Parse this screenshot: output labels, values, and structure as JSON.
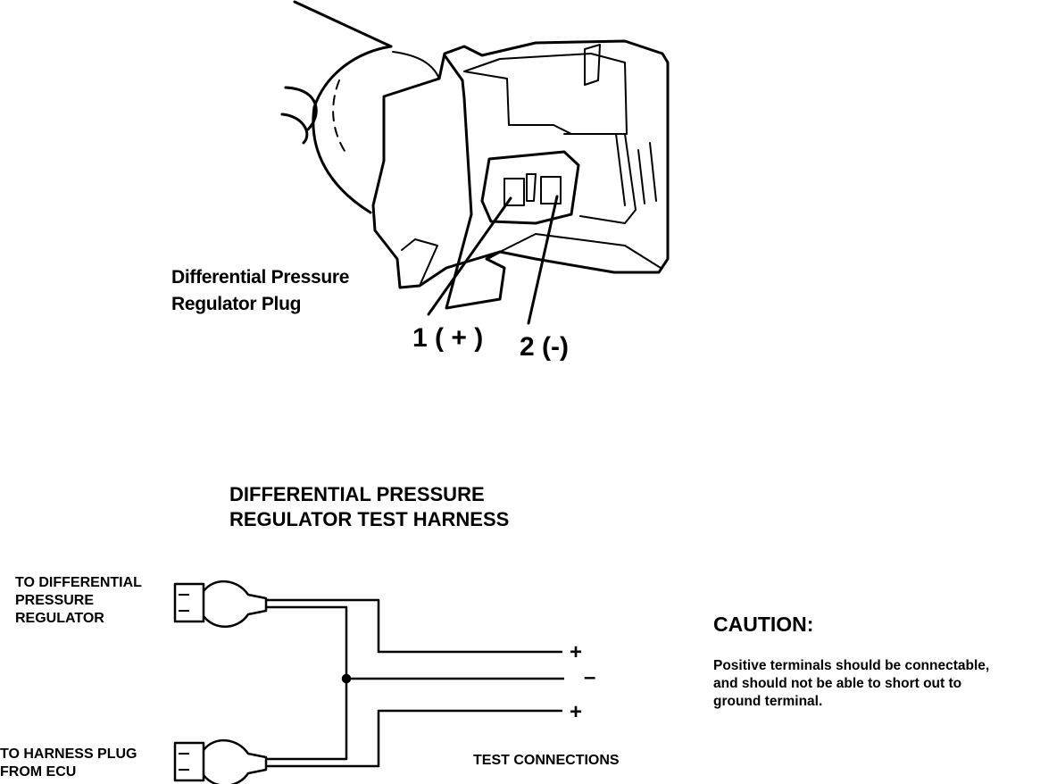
{
  "plug": {
    "label": "Differential Pressure\nRegulator Plug",
    "pin1": "1 ( + )",
    "pin2": "2 (-)"
  },
  "harness": {
    "title": "DIFFERENTIAL PRESSURE\nREGULATOR TEST HARNESS",
    "to_regulator": "TO DIFFERENTIAL\nPRESSURE\nREGULATOR",
    "to_ecu": "TO HARNESS PLUG\nFROM ECU",
    "test_connections": "TEST CONNECTIONS",
    "terminals": {
      "positive_1": "+",
      "negative": "–",
      "positive_2": "+"
    }
  },
  "caution": {
    "title": "CAUTION:",
    "body": "Positive terminals should be connectable,\nand should not be able to short out to\nground terminal."
  }
}
